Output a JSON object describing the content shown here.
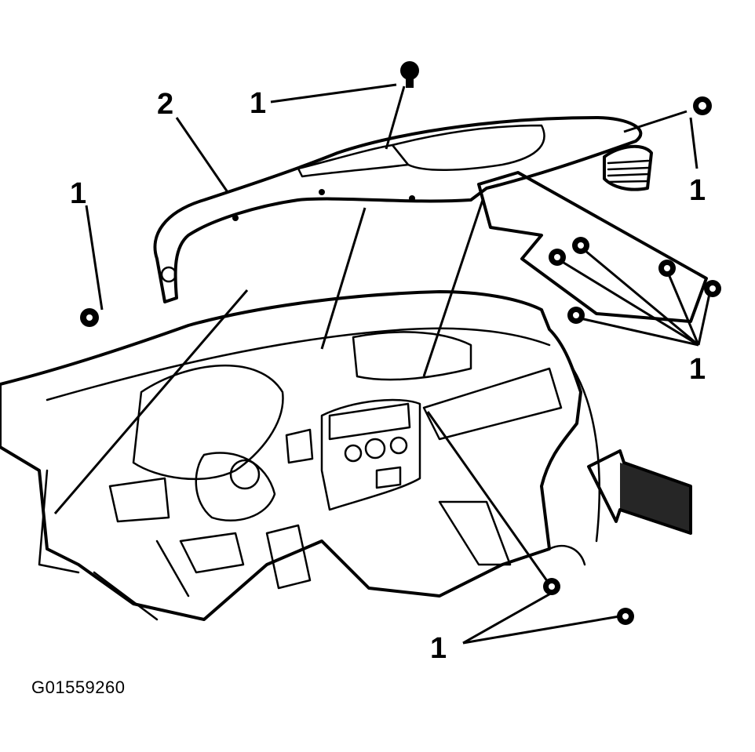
{
  "figure": {
    "id_label": "G01559260"
  },
  "callouts": [
    {
      "key": "top-fastener",
      "label": "1"
    },
    {
      "key": "trim-panel",
      "label": "2"
    },
    {
      "key": "left-fastener",
      "label": "1"
    },
    {
      "key": "upper-right-fastener",
      "label": "1"
    },
    {
      "key": "right-fastener-group",
      "label": "1"
    },
    {
      "key": "lower-fastener-group",
      "label": "1"
    }
  ]
}
